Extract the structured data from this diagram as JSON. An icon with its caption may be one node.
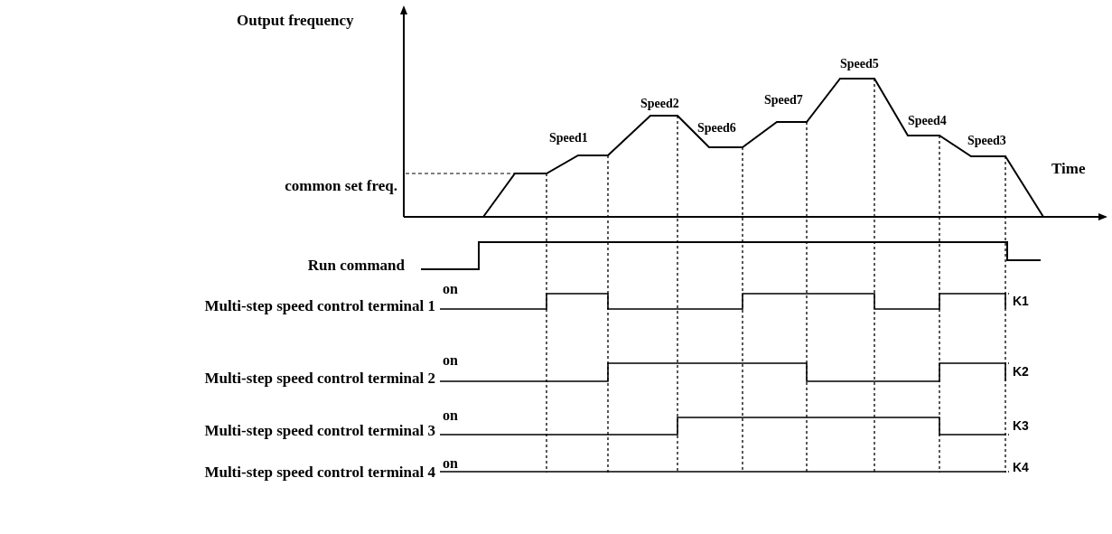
{
  "diagram": {
    "labels": [
      "Output frequency",
      "Speed5",
      "Speed2",
      "Speed7",
      "Speed1",
      "Speed6",
      "Speed4",
      "Speed3",
      "common set freq.",
      "Time",
      "Run command",
      "on",
      "Multi-step speed control terminal 1",
      "K1",
      "on",
      "Multi-step speed control terminal 2",
      "K2",
      "on",
      "Multi-step speed control terminal 3",
      "K3",
      "on",
      "Multi-step speed control terminal 4",
      "K4"
    ]
  }
}
